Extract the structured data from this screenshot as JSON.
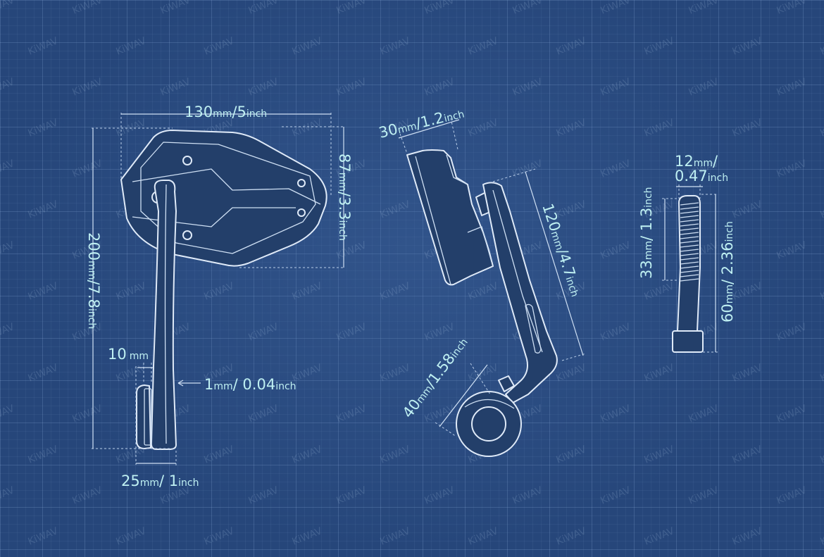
{
  "watermark": "KiWAV",
  "dimensions": {
    "mirror_width": {
      "num": "130",
      "unit": "mm",
      "sep": "/",
      "alt": "5",
      "alt_unit": "inch"
    },
    "mirror_height": {
      "num": "87",
      "unit": "mm",
      "sep": "/",
      "alt": "3.3",
      "alt_unit": "inch"
    },
    "total_height": {
      "num": "200",
      "unit": "mm",
      "sep": "/",
      "alt": "7.8",
      "alt_unit": "inch"
    },
    "clamp_thickness": {
      "num": "10",
      "unit": "mm"
    },
    "gap": {
      "num": "1",
      "unit": "mm",
      "sep": "/ ",
      "alt": "0.04",
      "alt_unit": "inch"
    },
    "clamp_width": {
      "num": "25",
      "unit": "mm",
      "sep": "/ ",
      "alt": "1",
      "alt_unit": "inch"
    },
    "head_depth": {
      "num": "30",
      "unit": "mm",
      "sep": "/",
      "alt": "1.2",
      "alt_unit": "inch"
    },
    "arm_length": {
      "num": "120",
      "unit": "mm",
      "sep": "/",
      "alt": "4.7",
      "alt_unit": "inch"
    },
    "ring_diameter": {
      "num": "40",
      "unit": "mm",
      "sep": "/",
      "alt": "1.58",
      "alt_unit": "inch"
    },
    "bolt_diameter": {
      "num": "12",
      "unit": "mm",
      "sep": "/",
      "alt": "0.47",
      "alt_unit": "inch"
    },
    "thread_length": {
      "num": "33",
      "unit": "mm",
      "sep": "/ ",
      "alt": "1.3",
      "alt_unit": "inch"
    },
    "bolt_length": {
      "num": "60",
      "unit": "mm",
      "sep": "/ ",
      "alt": "2.36",
      "alt_unit": "inch"
    }
  }
}
